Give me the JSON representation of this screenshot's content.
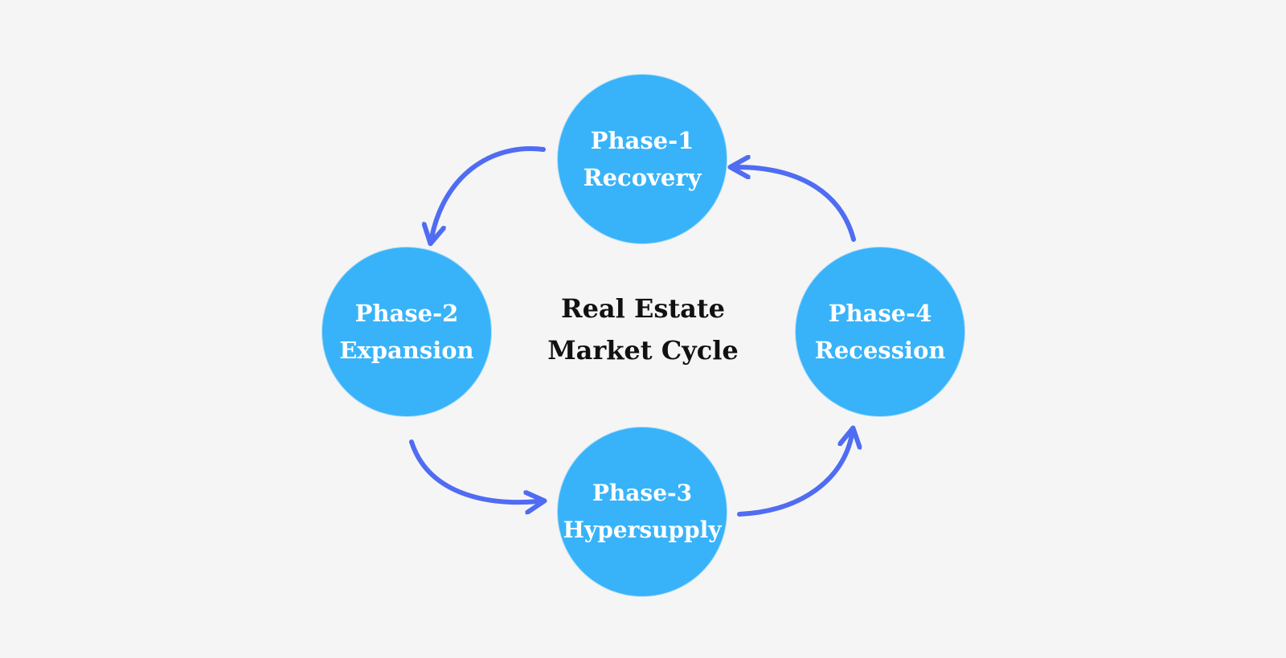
{
  "diagram": {
    "center": {
      "line1": "Real Estate",
      "line2": "Market Cycle"
    },
    "phases": [
      {
        "label": "Phase-1",
        "name": "Recovery"
      },
      {
        "label": "Phase-2",
        "name": "Expansion"
      },
      {
        "label": "Phase-3",
        "name": "Hypersupply"
      },
      {
        "label": "Phase-4",
        "name": "Recession"
      }
    ],
    "colors": {
      "background": "#f5f5f6",
      "circle": "#38b3f9",
      "circle_text": "#ffffff",
      "arrow": "#4f6cf2",
      "title_text": "#111111"
    }
  }
}
